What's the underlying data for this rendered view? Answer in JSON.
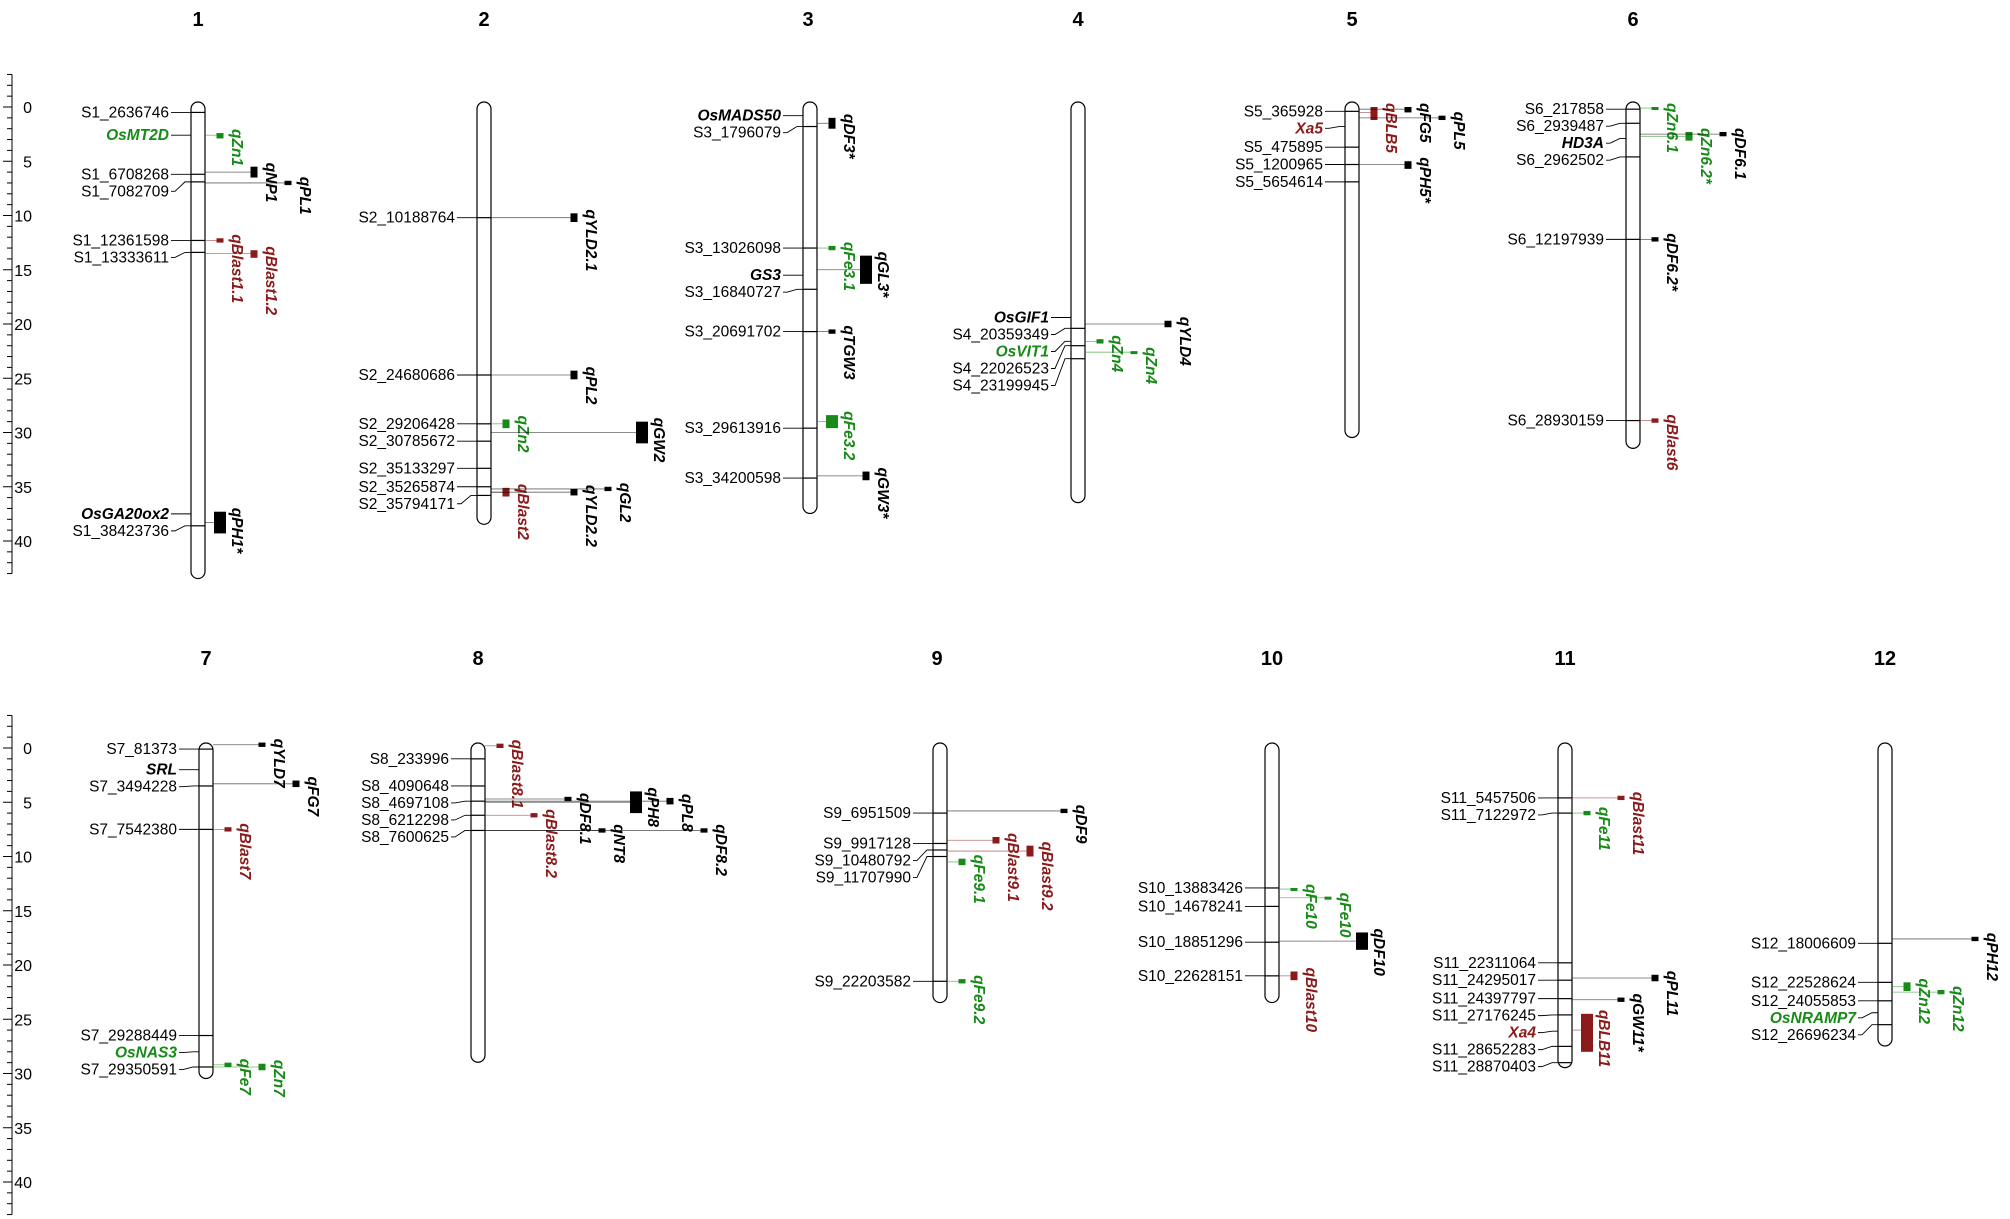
{
  "palette": {
    "black": "#000000",
    "green": "#178a17",
    "darkred": "#8b1a1a"
  },
  "scale_ticks": [
    "0",
    "5",
    "10",
    "15",
    "20",
    "25",
    "30",
    "35",
    "40"
  ],
  "chromosomes": [
    {
      "number": "1",
      "length": 43,
      "markers": [
        {
          "label": "S1_2636746",
          "pos": 0.5
        },
        {
          "label": "S1_6708268",
          "pos": 6.2
        },
        {
          "label": "S1_7082709",
          "pos": 6.9
        },
        {
          "label": "S1_12361598",
          "pos": 12.3
        },
        {
          "label": "S1_13333611",
          "pos": 13.4
        },
        {
          "label": "S1_38423736",
          "pos": 38.6
        }
      ],
      "genes": [
        {
          "label": "OsMT2D",
          "pos": 2.6,
          "color": "green"
        },
        {
          "label": "OsGA20ox2",
          "pos": 37.5,
          "color": "black"
        }
      ],
      "qtls": [
        {
          "label": "qZn1",
          "pos": 2.6,
          "start": 2.4,
          "end": 2.9,
          "color": "green",
          "col": 0
        },
        {
          "label": "qNP1",
          "pos": 6.0,
          "start": 5.5,
          "end": 6.5,
          "color": "black",
          "col": 1
        },
        {
          "label": "qPL1",
          "pos": 7.0,
          "start": 6.8,
          "end": 7.2,
          "color": "black",
          "col": 2
        },
        {
          "label": "qBlast1.1",
          "pos": 12.3,
          "start": 12.1,
          "end": 12.5,
          "color": "darkred",
          "col": 0
        },
        {
          "label": "qBlast1.2",
          "pos": 13.5,
          "start": 13.2,
          "end": 13.9,
          "color": "darkred",
          "col": 1
        },
        {
          "label": "qPH1*",
          "pos": 38.3,
          "start": 37.3,
          "end": 39.3,
          "color": "black",
          "col": 0
        }
      ]
    },
    {
      "number": "2",
      "length": 38,
      "markers": [
        {
          "label": "S2_10188764",
          "pos": 10.2
        },
        {
          "label": "S2_24680686",
          "pos": 24.7
        },
        {
          "label": "S2_29206428",
          "pos": 29.2
        },
        {
          "label": "S2_30785672",
          "pos": 30.8
        },
        {
          "label": "S2_35133297",
          "pos": 33.3
        },
        {
          "label": "S2_35265874",
          "pos": 35.0
        },
        {
          "label": "S2_35794171",
          "pos": 35.8
        }
      ],
      "genes": [],
      "qtls": [
        {
          "label": "qYLD2.1",
          "pos": 10.2,
          "start": 9.8,
          "end": 10.6,
          "color": "black",
          "col": 2
        },
        {
          "label": "qPL2",
          "pos": 24.7,
          "start": 24.3,
          "end": 25.1,
          "color": "black",
          "col": 2
        },
        {
          "label": "qZn2",
          "pos": 29.2,
          "start": 28.8,
          "end": 29.6,
          "color": "green",
          "col": 0
        },
        {
          "label": "qGW2",
          "pos": 30.0,
          "start": 29.0,
          "end": 31.0,
          "color": "black",
          "col": 4
        },
        {
          "label": "qBlast2",
          "pos": 35.5,
          "start": 35.1,
          "end": 35.9,
          "color": "darkred",
          "col": 0
        },
        {
          "label": "qYLD2.2",
          "pos": 35.5,
          "start": 35.2,
          "end": 35.8,
          "color": "black",
          "col": 2
        },
        {
          "label": "qGL2",
          "pos": 35.2,
          "start": 35.0,
          "end": 35.4,
          "color": "black",
          "col": 3
        }
      ]
    },
    {
      "number": "3",
      "length": 37,
      "markers": [
        {
          "label": "S3_1796079",
          "pos": 1.8
        },
        {
          "label": "S3_13026098",
          "pos": 13.0
        },
        {
          "label": "S3_16840727",
          "pos": 16.8
        },
        {
          "label": "S3_20691702",
          "pos": 20.7
        },
        {
          "label": "S3_29613916",
          "pos": 29.6
        },
        {
          "label": "S3_34200598",
          "pos": 34.2
        }
      ],
      "genes": [
        {
          "label": "OsMADS50",
          "pos": 0.8,
          "color": "black"
        },
        {
          "label": "GS3",
          "pos": 15.5,
          "color": "black"
        }
      ],
      "qtls": [
        {
          "label": "qDF3*",
          "pos": 1.5,
          "start": 1.0,
          "end": 2.0,
          "color": "black",
          "col": 0
        },
        {
          "label": "qFe3.1",
          "pos": 13.0,
          "start": 12.8,
          "end": 13.2,
          "color": "green",
          "col": 0
        },
        {
          "label": "qGL3*",
          "pos": 15.0,
          "start": 13.7,
          "end": 16.3,
          "color": "black",
          "col": 1
        },
        {
          "label": "qTGW3",
          "pos": 20.7,
          "start": 20.5,
          "end": 20.9,
          "color": "black",
          "col": 0
        },
        {
          "label": "qFe3.2",
          "pos": 29.0,
          "start": 28.4,
          "end": 29.6,
          "color": "green",
          "col": 0
        },
        {
          "label": "qGW3*",
          "pos": 34.0,
          "start": 33.6,
          "end": 34.4,
          "color": "black",
          "col": 1
        }
      ]
    },
    {
      "number": "4",
      "length": 36,
      "markers": [
        {
          "label": "S4_20359349",
          "pos": 20.4
        },
        {
          "label": "S4_22026523",
          "pos": 22.0
        },
        {
          "label": "S4_23199945",
          "pos": 23.2
        }
      ],
      "genes": [
        {
          "label": "OsGIF1",
          "pos": 19.4,
          "color": "black"
        },
        {
          "label": "OsVIT1",
          "pos": 21.6,
          "color": "green"
        }
      ],
      "qtls": [
        {
          "label": "qZn4",
          "pos": 21.6,
          "start": 21.4,
          "end": 21.8,
          "color": "green",
          "col": 0
        },
        {
          "label": "qZn4",
          "pos": 22.6,
          "start": 22.5,
          "end": 22.7,
          "color": "green",
          "col": 1
        },
        {
          "label": "qYLD4",
          "pos": 20.0,
          "start": 19.7,
          "end": 20.3,
          "color": "black",
          "col": 2
        }
      ]
    },
    {
      "number": "5",
      "length": 30,
      "markers": [
        {
          "label": "S5_365928",
          "pos": 0.4
        },
        {
          "label": "S5_475895",
          "pos": 3.7
        },
        {
          "label": "S5_1200965",
          "pos": 5.3
        },
        {
          "label": "S5_5654614",
          "pos": 6.9
        }
      ],
      "genes": [
        {
          "label": "Xa5",
          "pos": 1.8,
          "color": "darkred"
        }
      ],
      "qtls": [
        {
          "label": "qBLB5",
          "pos": 0.5,
          "start": 0.0,
          "end": 1.2,
          "color": "darkred",
          "col": 0
        },
        {
          "label": "qFG5",
          "pos": 0.2,
          "start": 0.0,
          "end": 0.5,
          "color": "black",
          "col": 1
        },
        {
          "label": "qPL5",
          "pos": 1.0,
          "start": 0.8,
          "end": 1.2,
          "color": "black",
          "col": 2
        },
        {
          "label": "qPH5*",
          "pos": 5.3,
          "start": 5.0,
          "end": 5.7,
          "color": "black",
          "col": 1
        }
      ]
    },
    {
      "number": "6",
      "length": 31,
      "markers": [
        {
          "label": "S6_217858",
          "pos": 0.2
        },
        {
          "label": "S6_2939487",
          "pos": 1.5
        },
        {
          "label": "S6_2962502",
          "pos": 4.6
        },
        {
          "label": "S6_12197939",
          "pos": 12.2
        },
        {
          "label": "S6_28930159",
          "pos": 28.9
        }
      ],
      "genes": [
        {
          "label": "HD3A",
          "pos": 2.9,
          "color": "black"
        }
      ],
      "qtls": [
        {
          "label": "qZn6.1",
          "pos": 0.1,
          "start": 0.0,
          "end": 0.2,
          "color": "green",
          "col": 0
        },
        {
          "label": "qZn6.2*",
          "pos": 2.7,
          "start": 2.3,
          "end": 3.1,
          "color": "green",
          "col": 1
        },
        {
          "label": "qDF6.1",
          "pos": 2.5,
          "start": 2.3,
          "end": 2.7,
          "color": "black",
          "col": 2
        },
        {
          "label": "qDF6.2*",
          "pos": 12.2,
          "start": 12.0,
          "end": 12.4,
          "color": "black",
          "col": 0
        },
        {
          "label": "qBlast6",
          "pos": 28.9,
          "start": 28.7,
          "end": 29.1,
          "color": "darkred",
          "col": 0
        }
      ]
    },
    {
      "number": "7",
      "length": 30,
      "markers": [
        {
          "label": "S7_81373",
          "pos": 0.1
        },
        {
          "label": "S7_3494228",
          "pos": 3.5
        },
        {
          "label": "S7_7542380",
          "pos": 7.5
        },
        {
          "label": "S7_29288449",
          "pos": 26.5
        },
        {
          "label": "S7_29350591",
          "pos": 29.4
        }
      ],
      "genes": [
        {
          "label": "SRL",
          "pos": 2.0,
          "color": "black"
        },
        {
          "label": "OsNAS3",
          "pos": 28.0,
          "color": "green"
        }
      ],
      "qtls": [
        {
          "label": "qYLD7",
          "pos": -0.3,
          "start": -0.5,
          "end": -0.1,
          "color": "black",
          "col": 1
        },
        {
          "label": "qFG7",
          "pos": 3.3,
          "start": 3.0,
          "end": 3.6,
          "color": "black",
          "col": 2
        },
        {
          "label": "qBlast7",
          "pos": 7.5,
          "start": 7.3,
          "end": 7.7,
          "color": "darkred",
          "col": 0
        },
        {
          "label": "qFe7",
          "pos": 29.2,
          "start": 29.0,
          "end": 29.4,
          "color": "green",
          "col": 0
        },
        {
          "label": "qZn7",
          "pos": 29.4,
          "start": 29.1,
          "end": 29.7,
          "color": "green",
          "col": 1
        }
      ]
    },
    {
      "number": "8",
      "length": 28.5,
      "markers": [
        {
          "label": "S8_233996",
          "pos": 1.0
        },
        {
          "label": "S8_4090648",
          "pos": 3.5
        },
        {
          "label": "S8_4697108",
          "pos": 4.9
        },
        {
          "label": "S8_6212298",
          "pos": 6.2
        },
        {
          "label": "S8_7600625",
          "pos": 7.6
        }
      ],
      "genes": [],
      "qtls": [
        {
          "label": "qBlast8.1",
          "pos": -0.2,
          "start": -0.4,
          "end": 0.0,
          "color": "darkred",
          "col": 0
        },
        {
          "label": "qBlast8.2",
          "pos": 6.2,
          "start": 6.0,
          "end": 6.4,
          "color": "darkred",
          "col": 1
        },
        {
          "label": "qDF8.1",
          "pos": 4.7,
          "start": 4.5,
          "end": 4.9,
          "color": "black",
          "col": 2
        },
        {
          "label": "qNT8",
          "pos": 7.6,
          "start": 7.4,
          "end": 7.8,
          "color": "black",
          "col": 3
        },
        {
          "label": "qPH8",
          "pos": 5.0,
          "start": 4.0,
          "end": 6.0,
          "color": "black",
          "col": 4
        },
        {
          "label": "qPL8",
          "pos": 4.9,
          "start": 4.6,
          "end": 5.2,
          "color": "black",
          "col": 5
        },
        {
          "label": "qDF8.2",
          "pos": 7.6,
          "start": 7.4,
          "end": 7.8,
          "color": "black",
          "col": 6
        }
      ]
    },
    {
      "number": "9",
      "length": 23,
      "markers": [
        {
          "label": "S9_6951509",
          "pos": 6.0
        },
        {
          "label": "S9_9917128",
          "pos": 8.8
        },
        {
          "label": "S9_10480792",
          "pos": 9.4
        },
        {
          "label": "S9_11707990",
          "pos": 10.0
        },
        {
          "label": "S9_22203582",
          "pos": 21.5
        }
      ],
      "genes": [],
      "qtls": [
        {
          "label": "qFe9.1",
          "pos": 10.5,
          "start": 10.2,
          "end": 10.8,
          "color": "green",
          "col": 0
        },
        {
          "label": "qBlast9.1",
          "pos": 8.5,
          "start": 8.2,
          "end": 8.8,
          "color": "darkred",
          "col": 1
        },
        {
          "label": "qBlast9.2",
          "pos": 9.5,
          "start": 9.0,
          "end": 10.0,
          "color": "darkred",
          "col": 2
        },
        {
          "label": "qDF9",
          "pos": 5.8,
          "start": 5.6,
          "end": 6.0,
          "color": "black",
          "col": 3
        },
        {
          "label": "qFe9.2",
          "pos": 21.5,
          "start": 21.3,
          "end": 21.7,
          "color": "green",
          "col": 0
        }
      ]
    },
    {
      "number": "10",
      "length": 23,
      "markers": [
        {
          "label": "S10_13883426",
          "pos": 12.9
        },
        {
          "label": "S10_14678241",
          "pos": 14.6
        },
        {
          "label": "S10_18851296",
          "pos": 17.9
        },
        {
          "label": "S10_22628151",
          "pos": 21.0
        }
      ],
      "genes": [],
      "qtls": [
        {
          "label": "qFe10",
          "pos": 13.0,
          "start": 12.9,
          "end": 13.1,
          "color": "green",
          "col": 0
        },
        {
          "label": "qFe10",
          "pos": 13.8,
          "start": 13.7,
          "end": 13.9,
          "color": "green",
          "col": 1
        },
        {
          "label": "qBlast10",
          "pos": 21.0,
          "start": 20.6,
          "end": 21.4,
          "color": "darkred",
          "col": 0
        },
        {
          "label": "qDF10",
          "pos": 17.8,
          "start": 17.0,
          "end": 18.6,
          "color": "black",
          "col": 2
        }
      ]
    },
    {
      "number": "11",
      "length": 29,
      "markers": [
        {
          "label": "S11_5457506",
          "pos": 4.6
        },
        {
          "label": "S11_7122972",
          "pos": 6.0
        },
        {
          "label": "S11_22311064",
          "pos": 19.8
        },
        {
          "label": "S11_24295017",
          "pos": 21.4
        },
        {
          "label": "S11_24397797",
          "pos": 23.1
        },
        {
          "label": "S11_27176245",
          "pos": 24.6
        },
        {
          "label": "S11_28652283",
          "pos": 27.5
        },
        {
          "label": "S11_28870403",
          "pos": 29.0
        }
      ],
      "genes": [
        {
          "label": "Xa4",
          "pos": 26.1,
          "color": "darkred"
        }
      ],
      "qtls": [
        {
          "label": "qBlast11",
          "pos": 4.6,
          "start": 4.4,
          "end": 4.8,
          "color": "darkred",
          "col": 1
        },
        {
          "label": "qFe11",
          "pos": 6.0,
          "start": 5.8,
          "end": 6.2,
          "color": "green",
          "col": 0
        },
        {
          "label": "qBLB11",
          "pos": 26.0,
          "start": 24.5,
          "end": 28.0,
          "color": "darkred",
          "col": 0
        },
        {
          "label": "qGW11*",
          "pos": 23.2,
          "start": 23.0,
          "end": 23.4,
          "color": "black",
          "col": 1
        },
        {
          "label": "qPL11",
          "pos": 21.2,
          "start": 20.9,
          "end": 21.5,
          "color": "black",
          "col": 2
        }
      ]
    },
    {
      "number": "12",
      "length": 27,
      "markers": [
        {
          "label": "S12_18006609",
          "pos": 18.0
        },
        {
          "label": "S12_22528624",
          "pos": 21.6
        },
        {
          "label": "S12_24055853",
          "pos": 23.3
        },
        {
          "label": "S12_26696234",
          "pos": 25.5
        }
      ],
      "genes": [
        {
          "label": "OsNRAMP7",
          "pos": 24.4,
          "color": "green"
        }
      ],
      "qtls": [
        {
          "label": "qZn12",
          "pos": 22.0,
          "start": 21.6,
          "end": 22.4,
          "color": "green",
          "col": 0
        },
        {
          "label": "qZn12",
          "pos": 22.5,
          "start": 22.3,
          "end": 22.7,
          "color": "green",
          "col": 1
        },
        {
          "label": "qPH12",
          "pos": 17.6,
          "start": 17.4,
          "end": 17.8,
          "color": "black",
          "col": 2
        }
      ]
    }
  ]
}
